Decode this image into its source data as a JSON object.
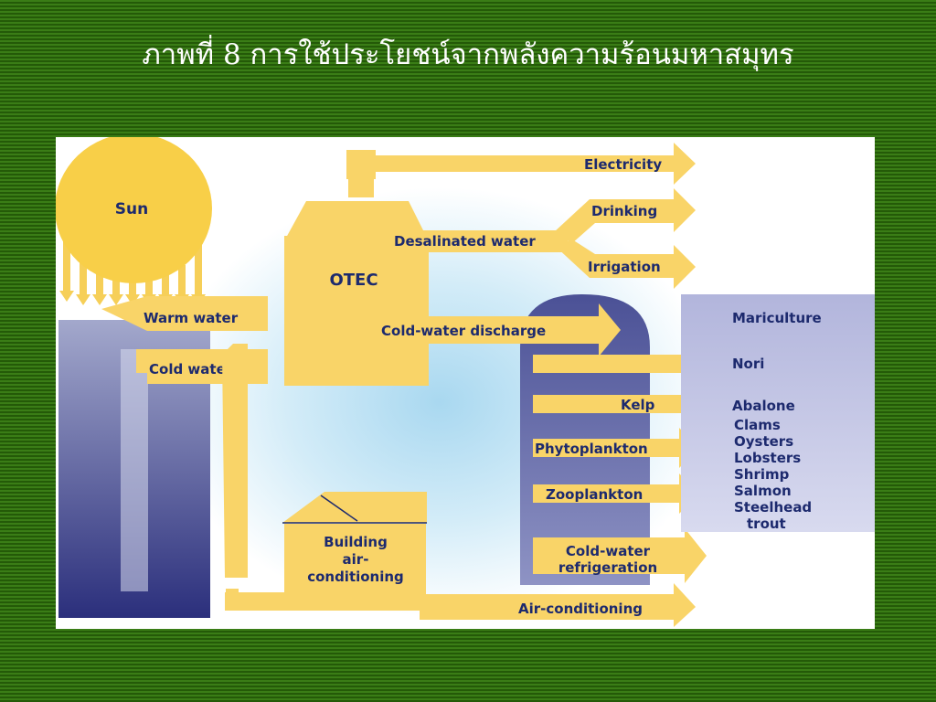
{
  "slide": {
    "title": "ภาพที่ 8 การใช้ประโยชน์จากพลังความร้อนมหาสมุทร"
  },
  "diagram": {
    "sun": "Sun",
    "otec": "OTEC",
    "warm_water": "Warm water",
    "cold_water": "Cold water",
    "electricity": "Electricity",
    "desalinated_water": "Desalinated water",
    "drinking": "Drinking",
    "irrigation": "Irrigation",
    "cold_water_discharge": "Cold-water discharge",
    "kelp": "Kelp",
    "phytoplankton": "Phytoplankton",
    "zooplankton": "Zooplankton",
    "cold_water_refrigeration": [
      "Cold-water",
      "refrigeration"
    ],
    "building_ac": [
      "Building",
      "air-",
      "conditioning"
    ],
    "air_conditioning": "Air-conditioning",
    "mariculture": {
      "title": "Mariculture",
      "nori": "Nori",
      "species": [
        "Abalone",
        "Clams",
        "Oysters",
        "Lobsters",
        "Shrimp",
        "Salmon",
        "Steelhead",
        "trout"
      ]
    },
    "colors": {
      "arrow": "#f9d468",
      "sun": "#f8cf48",
      "ocean_top": "#9aa0c6",
      "ocean_bottom": "#2b2f7c",
      "tower": "#4a4f95",
      "text": "#1d2a6e",
      "mariculture_box": "#bcbfe0"
    }
  }
}
